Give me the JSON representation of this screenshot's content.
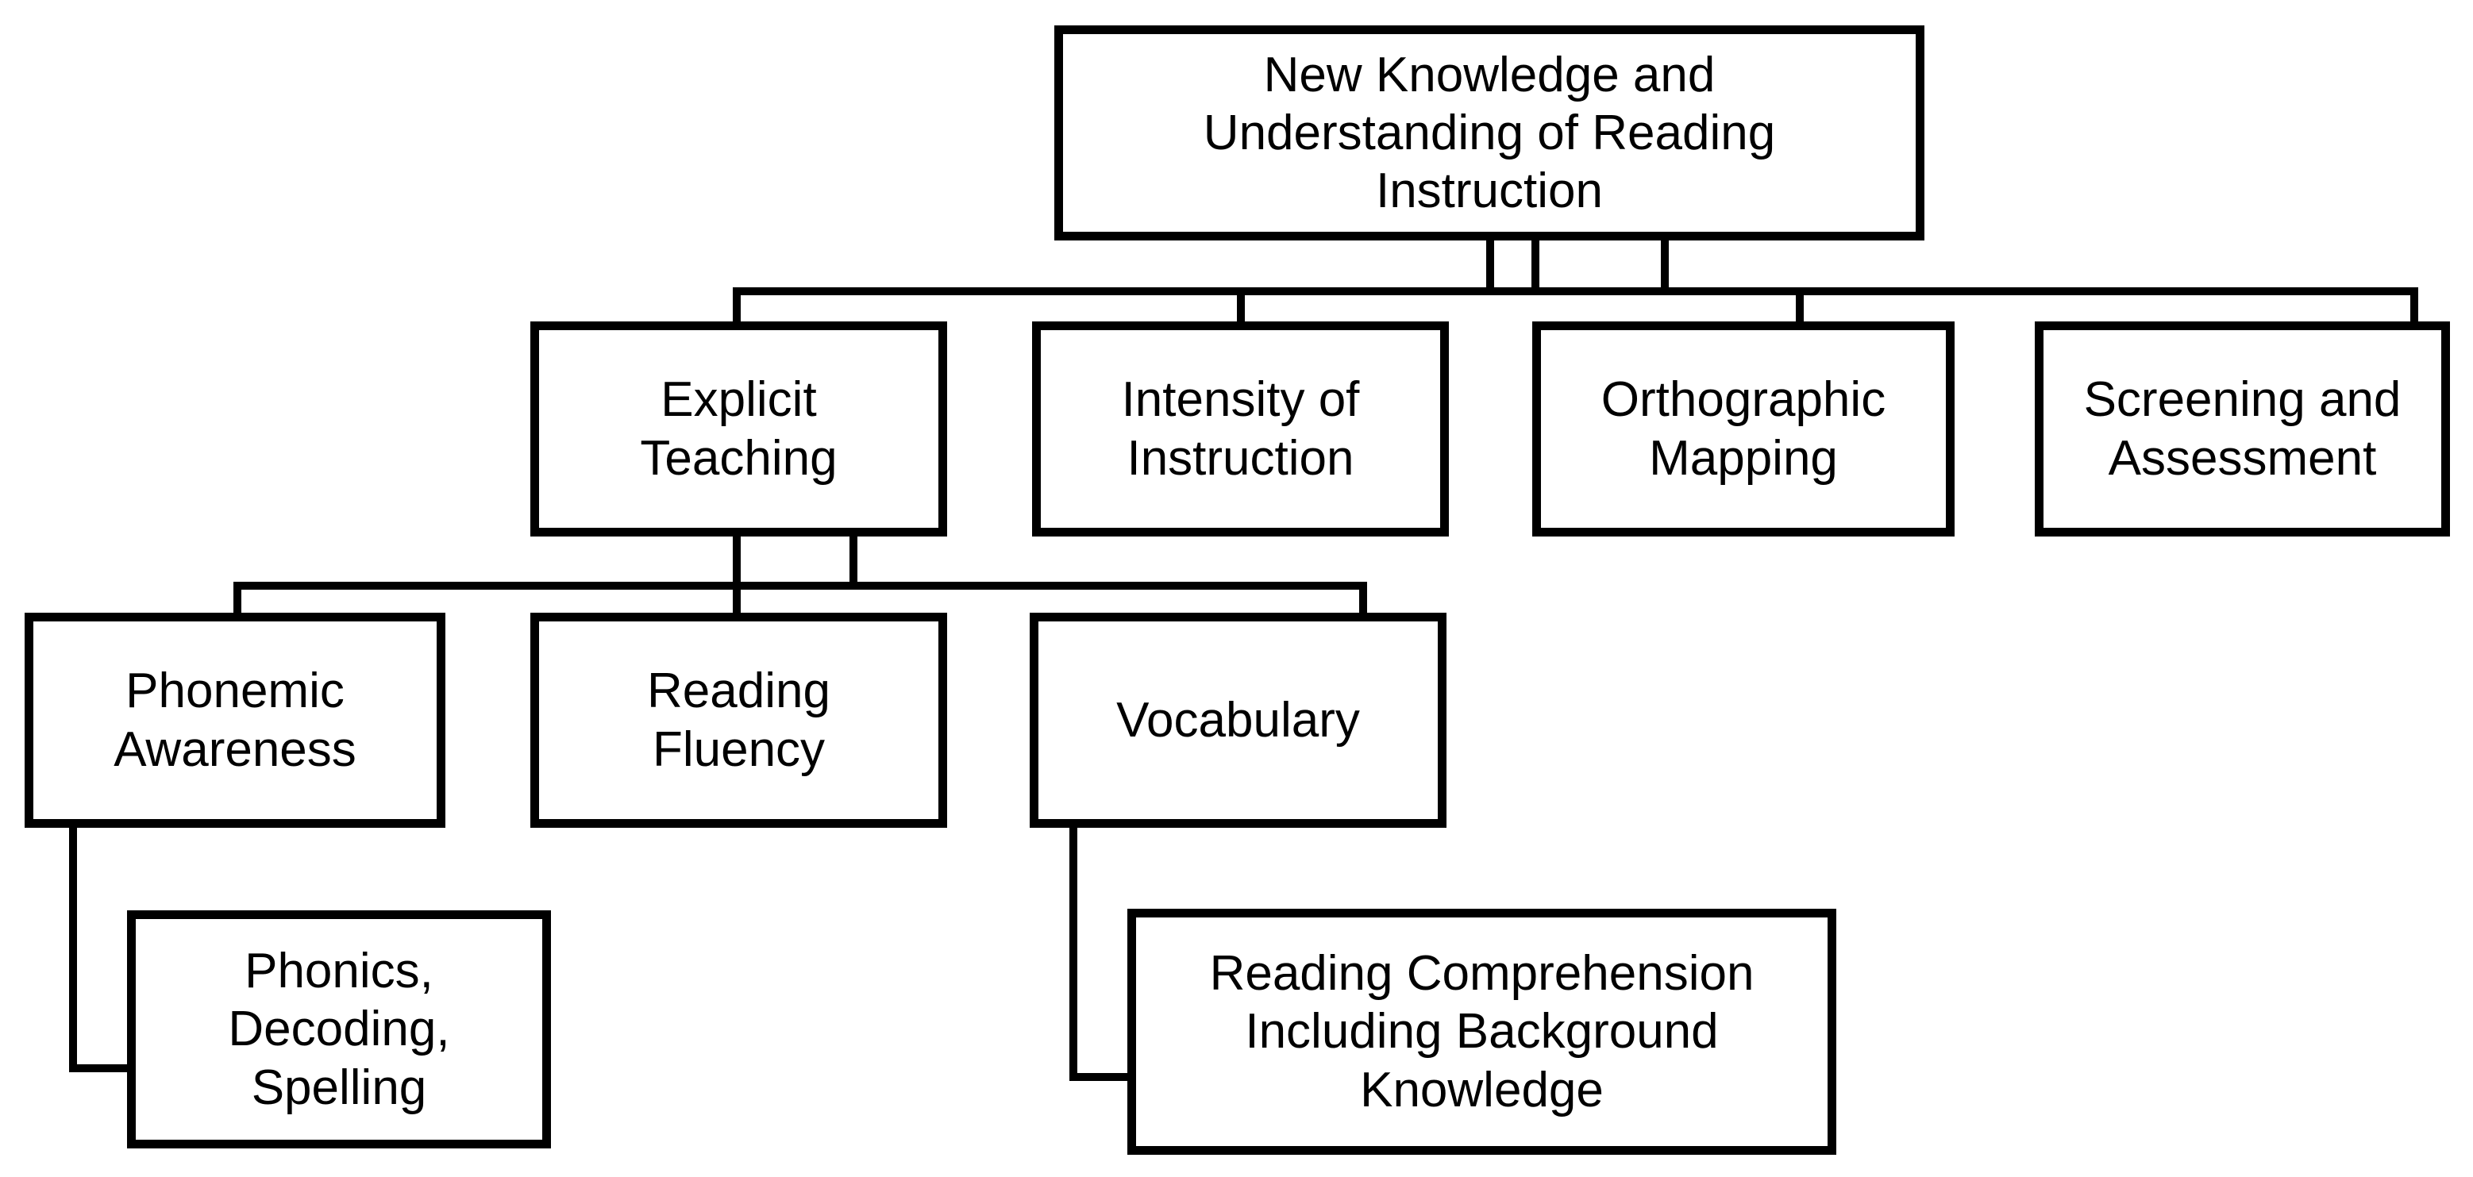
{
  "diagram": {
    "type": "hierarchy-flowchart",
    "background_color": "#ffffff",
    "line_color": "#000000",
    "text_color": "#000000",
    "nodes": {
      "root": {
        "label": "New Knowledge and\nUnderstanding of Reading\nInstruction"
      },
      "explicit": {
        "label": "Explicit\nTeaching"
      },
      "intensity": {
        "label": "Intensity of\nInstruction"
      },
      "orthographic": {
        "label": "Orthographic\nMapping"
      },
      "screening": {
        "label": "Screening and\nAssessment"
      },
      "phonemic": {
        "label": "Phonemic\nAwareness"
      },
      "fluency": {
        "label": "Reading\nFluency"
      },
      "vocabulary": {
        "label": "Vocabulary"
      },
      "phonics": {
        "label": "Phonics,\nDecoding,\nSpelling"
      },
      "reading_comprehension": {
        "label": "Reading Comprehension\nIncluding Background\nKnowledge"
      }
    },
    "edges": [
      [
        "root",
        "explicit"
      ],
      [
        "root",
        "intensity"
      ],
      [
        "root",
        "orthographic"
      ],
      [
        "root",
        "screening"
      ],
      [
        "explicit",
        "phonemic"
      ],
      [
        "explicit",
        "fluency"
      ],
      [
        "explicit",
        "vocabulary"
      ],
      [
        "phonemic",
        "phonics"
      ],
      [
        "vocabulary",
        "reading_comprehension"
      ]
    ]
  }
}
